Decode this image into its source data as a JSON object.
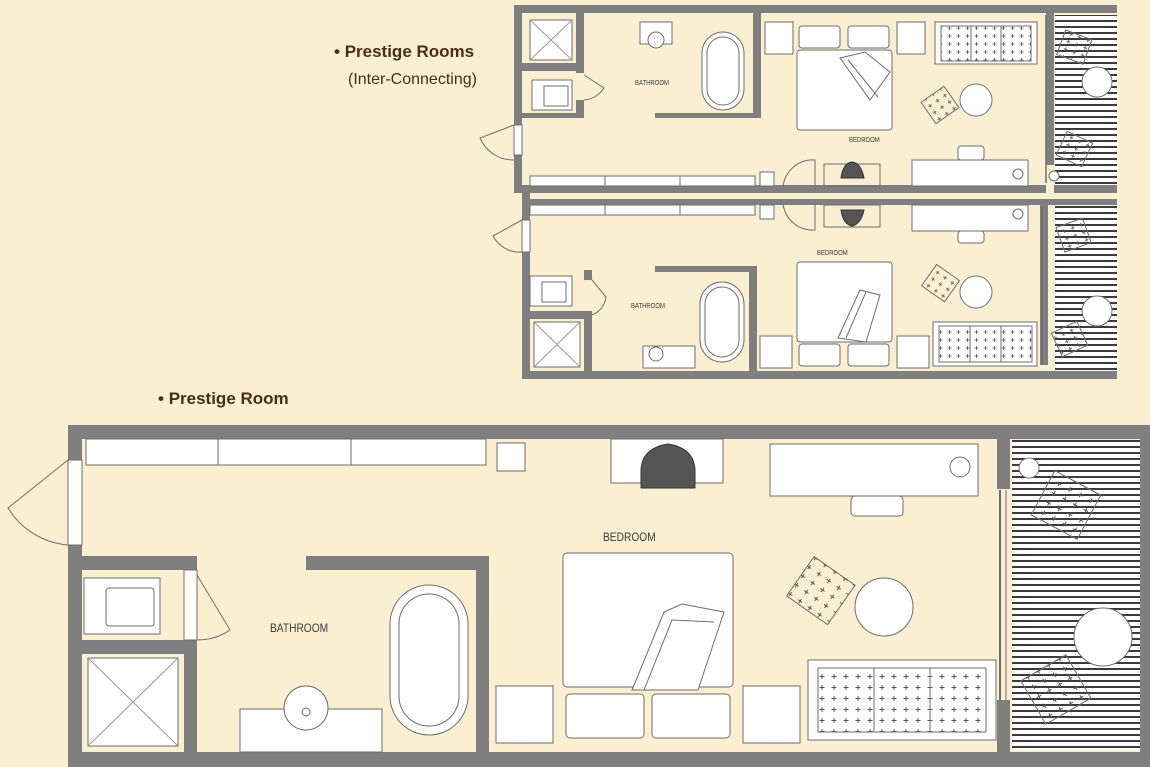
{
  "headings": {
    "prestige_rooms": "Prestige Rooms",
    "prestige_rooms_sub": "(Inter-Connecting)",
    "prestige_room": "Prestige Room",
    "bullet": "•"
  },
  "labels": {
    "bathroom": "BATHROOM",
    "bedroom": "BEDROOM"
  },
  "colors": {
    "background": "#fbefd2",
    "wall": "#7f7f7f",
    "heading_text": "#4a2d17",
    "label_text": "#3a3a3a",
    "line": "#6d6d6d",
    "furniture_fill": "#ffffff",
    "heater_fill": "#555555"
  }
}
